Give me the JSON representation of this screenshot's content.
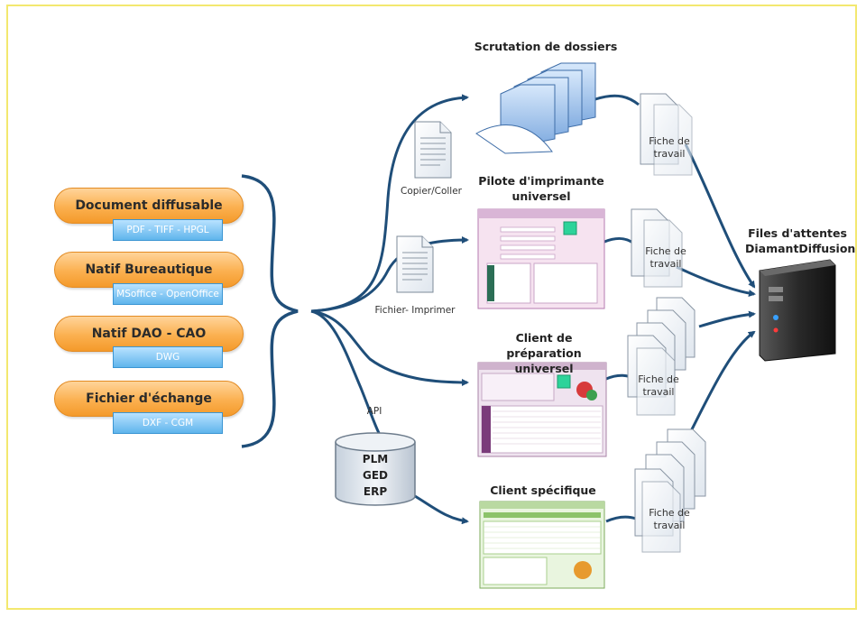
{
  "sources": [
    {
      "title": "Document diffusable",
      "formats": "PDF - TIFF - HPGL"
    },
    {
      "title": "Natif Bureautique",
      "formats": "MSoffice - OpenOffice"
    },
    {
      "title": "Natif DAO - CAO",
      "formats": "DWG"
    },
    {
      "title": "Fichier d'échange",
      "formats": "DXF - CGM"
    }
  ],
  "edge_labels": {
    "copy_paste": "Copier/Coller",
    "print": "Fichier- Imprimer",
    "api": "API"
  },
  "database": {
    "lines": [
      "PLM",
      "GED",
      "ERP"
    ]
  },
  "methods": [
    {
      "title": "Scrutation de dossiers"
    },
    {
      "title": "Pilote d'imprimante universel"
    },
    {
      "title": "Client de préparation universel"
    },
    {
      "title": "Client spécifique"
    }
  ],
  "fiche_label": [
    "Fiche de",
    "travail"
  ],
  "server": {
    "title_line1": "Files d'attentes",
    "title_line2": "DiamantDiffusion"
  },
  "colors": {
    "arrow": "#1f4e79",
    "pill": "#fbb04f",
    "sub": "#5fb5ec",
    "frame": "#f3e86f"
  }
}
